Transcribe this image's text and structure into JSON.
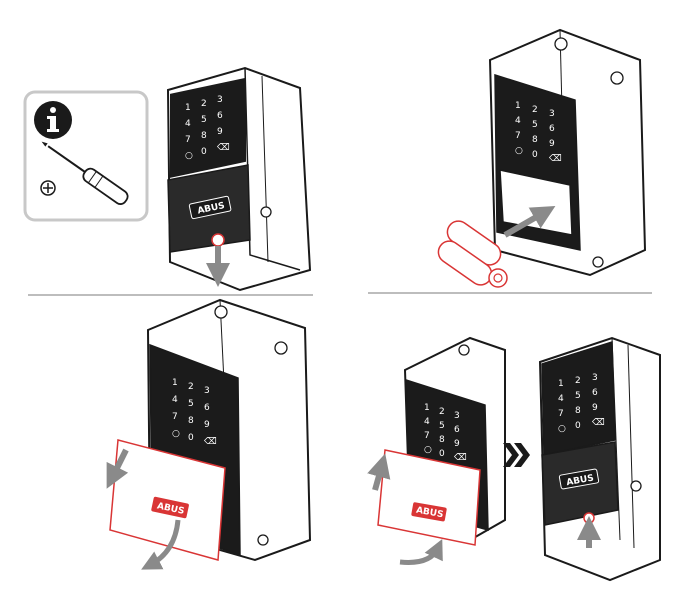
{
  "colors": {
    "outline": "#1a1a1a",
    "panel_dark": "#1b1b1b",
    "arrow_gray": "#8a8a8a",
    "accent_red": "#d93535",
    "divider": "#bdbdbd",
    "info_frame": "#c8c8c8"
  },
  "brand": {
    "logo_text": "ABUS"
  },
  "keypad": {
    "rows": [
      [
        "1",
        "2",
        "3"
      ],
      [
        "4",
        "5",
        "6"
      ],
      [
        "7",
        "8",
        "9"
      ],
      [
        "○",
        "0",
        "⌫"
      ]
    ]
  },
  "icons": {
    "info": "info-icon",
    "screwdriver": "screwdriver-icon",
    "phillips": "phillips-cross-icon",
    "next_step": "double-chevron-icon"
  },
  "steps": [
    {
      "id": "step-1",
      "action": "unscrew cover screw with phillips screwdriver"
    },
    {
      "id": "step-2",
      "action": "insert two batteries"
    },
    {
      "id": "step-3",
      "action": "remove front cover"
    },
    {
      "id": "step-4",
      "action": "reattach cover and tighten screw"
    }
  ]
}
